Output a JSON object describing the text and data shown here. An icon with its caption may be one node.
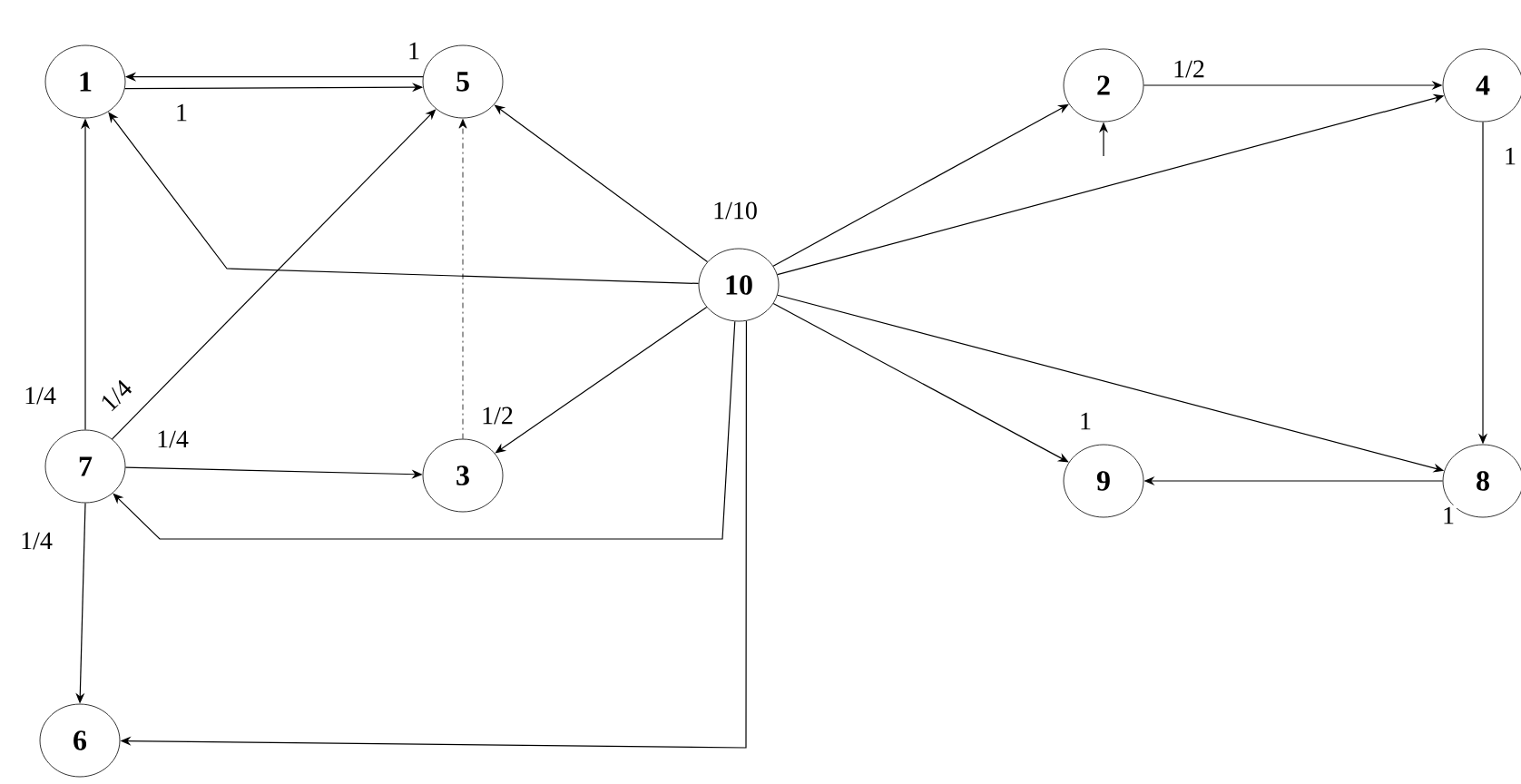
{
  "diagram": {
    "nodes": [
      {
        "text": [
          "1"
        ]
      },
      {
        "text": [
          "5"
        ]
      },
      {
        "text": [
          "2"
        ]
      },
      {
        "text": [
          "4"
        ]
      },
      {
        "text": [
          "10"
        ],
        "beside": [
          "1/10"
        ]
      },
      {
        "text": [
          "7"
        ]
      },
      {
        "text": [
          "3"
        ]
      },
      {
        "text": [
          "9"
        ],
        "beside": [
          "1"
        ]
      },
      {
        "text": [
          "8"
        ]
      },
      {
        "text": [
          "6"
        ]
      }
    ],
    "edges": [
      {
        "from": 1,
        "to": 0,
        "arrow": "to",
        "label": "1"
      },
      {
        "from": 0,
        "to": 1,
        "arrow": "to",
        "label": "1"
      },
      {
        "from": 2,
        "to": 3,
        "arrow": "to",
        "label": "1/2"
      },
      {
        "from": null,
        "to": 2,
        "arrow": "to"
      },
      {
        "from": 4,
        "to": 1,
        "arrow": "to"
      },
      {
        "from": 4,
        "to": 0,
        "arrow": "to"
      },
      {
        "from": 4,
        "to": 2,
        "arrow": "to"
      },
      {
        "from": 4,
        "to": 3,
        "arrow": "to"
      },
      {
        "from": 3,
        "to": 8,
        "arrow": "to",
        "label": "1"
      },
      {
        "from": 5,
        "to": 0,
        "arrow": "to",
        "label": "1/4"
      },
      {
        "from": 5,
        "to": 1,
        "arrow": "to",
        "label": "1/4"
      },
      {
        "from": 6,
        "to": 1,
        "arrow": "to",
        "label": "1/2",
        "style": "dashed"
      },
      {
        "from": 4,
        "to": 6,
        "arrow": "to"
      },
      {
        "from": 5,
        "to": 6,
        "arrow": "to",
        "label": "1/4"
      },
      {
        "from": 4,
        "to": 7,
        "arrow": "to"
      },
      {
        "from": 4,
        "to": 8,
        "arrow": "to"
      },
      {
        "from": 8,
        "to": 7,
        "arrow": "to",
        "label": "1"
      },
      {
        "from": 4,
        "to": 5,
        "arrow": "to"
      },
      {
        "from": 5,
        "to": 9,
        "arrow": "to",
        "label": "1/4"
      },
      {
        "from": 4,
        "to": 9,
        "arrow": "to"
      }
    ]
  }
}
